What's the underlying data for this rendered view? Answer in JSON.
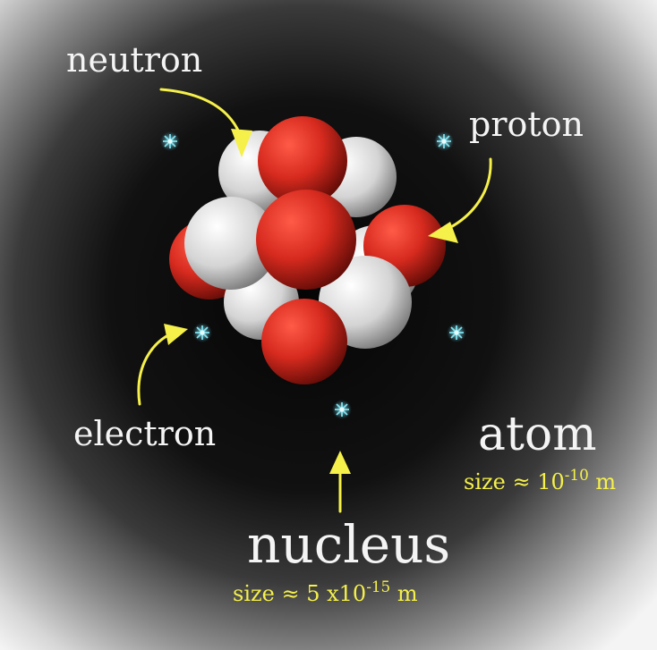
{
  "labels": {
    "neutron": "neutron",
    "proton": "proton",
    "electron": "electron",
    "atom": "atom",
    "nucleus": "nucleus"
  },
  "atom_size": {
    "prefix": "size ≈ 10",
    "exponent": "-10",
    "unit": " m"
  },
  "nucleus_size": {
    "prefix": "size ≈ 5 x10",
    "exponent": "-15",
    "unit": " m"
  },
  "colors": {
    "proton": "#d62a1e",
    "neutron": "#dcdcdc",
    "arrow": "#f5f04a",
    "electron": "#7fe3f0",
    "label_text": "#f4f4f4",
    "size_text": "#f5f04a"
  }
}
